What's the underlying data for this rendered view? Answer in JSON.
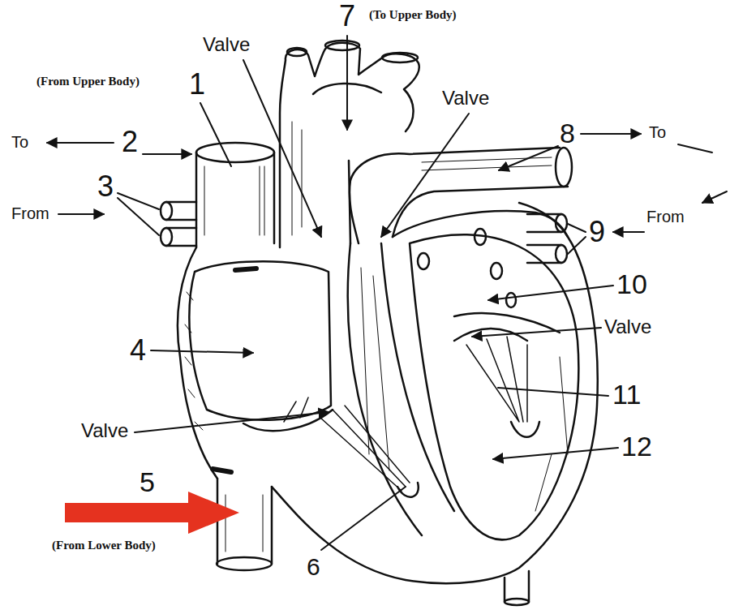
{
  "diagram": {
    "labels": [
      "7",
      "(To Upper Body)",
      "Valve",
      "(From Upper Body)",
      "1",
      "Valve",
      "8",
      "To",
      "To",
      "2",
      "3",
      "From",
      "From",
      "9",
      "10",
      "Valve",
      "4",
      "11",
      "Valve",
      "12",
      "5",
      "(From Lower Body)",
      "6"
    ]
  }
}
